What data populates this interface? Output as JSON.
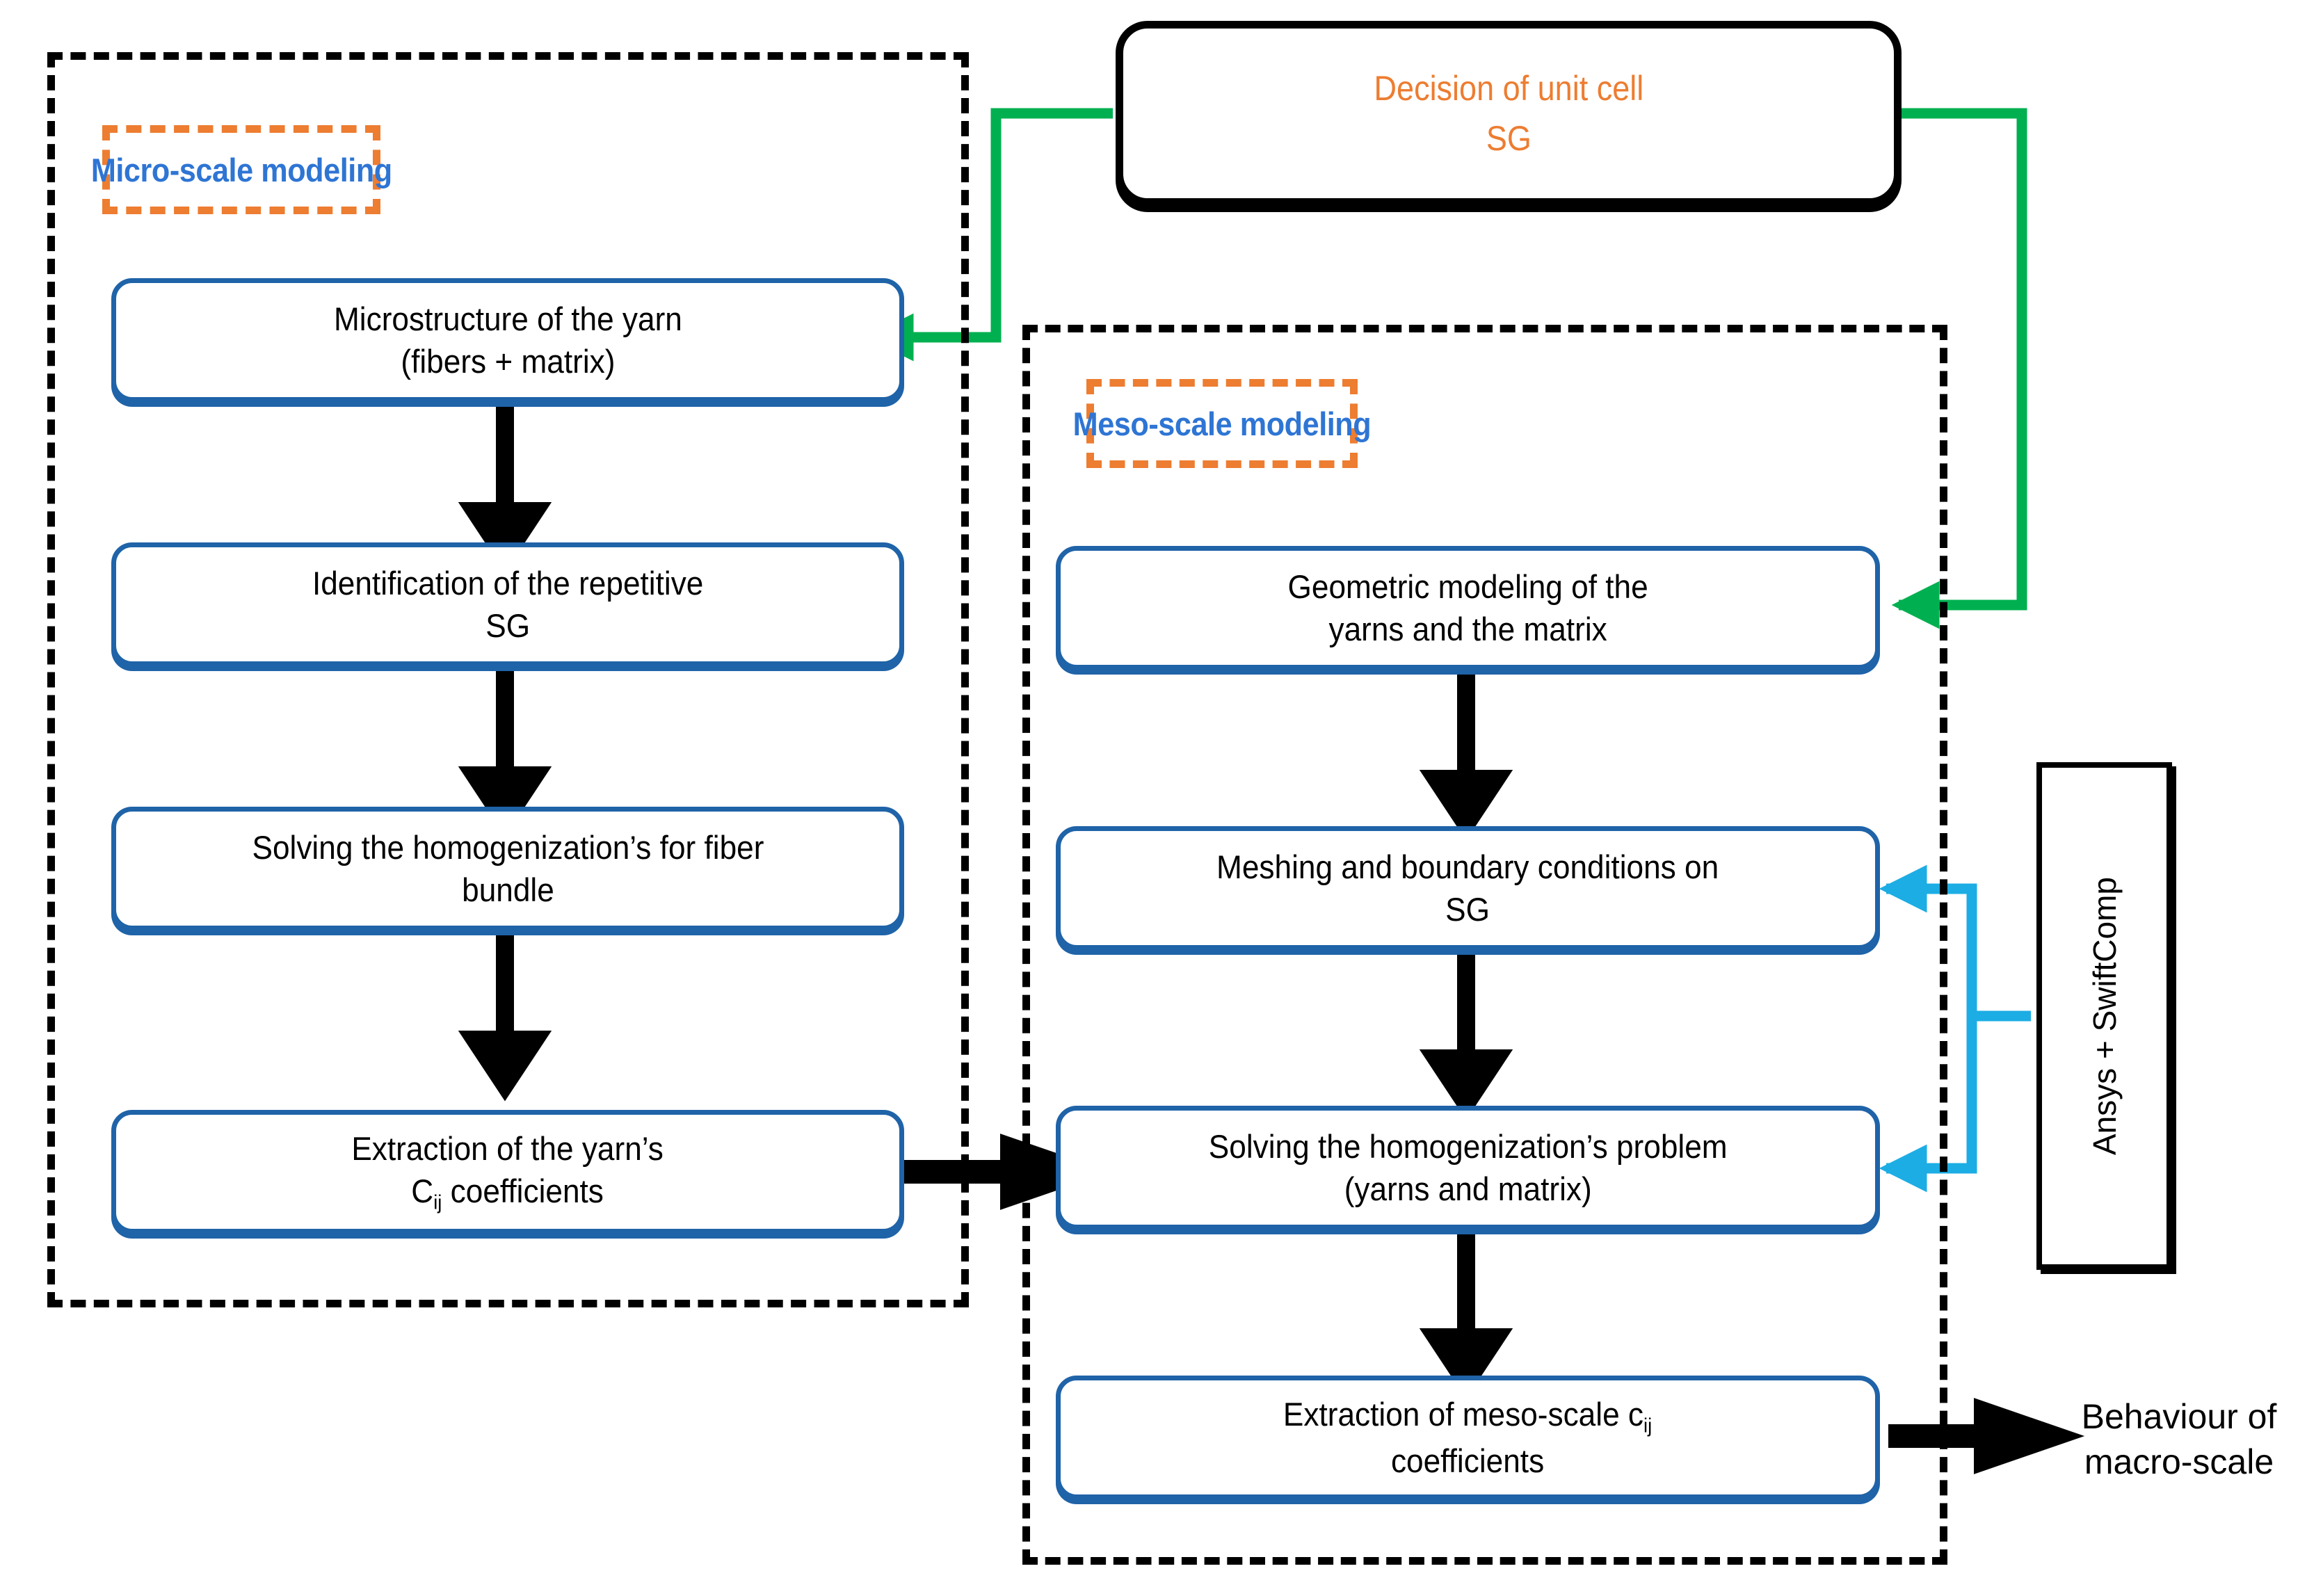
{
  "diagram": {
    "title": "Multiscale modeling flowchart",
    "colors": {
      "box_blue": "#1F63A8",
      "label_blue": "#2E75D4",
      "orange": "#ED7D31",
      "green_arrow": "#00B050",
      "cyan_arrow": "#1CADE4",
      "black": "#000000",
      "background": "#FFFFFF"
    }
  },
  "decision": {
    "line1": "Decision of unit cell",
    "line2": "SG"
  },
  "micro": {
    "label": "Micro-scale modeling",
    "steps": [
      {
        "line1": "Microstructure of the yarn",
        "line2": "(fibers + matrix)"
      },
      {
        "line1": "Identification of the repetitive",
        "line2": "SG"
      },
      {
        "line1": "Solving the homogenization’s for fiber",
        "line2": "bundle"
      },
      {
        "line1": "Extraction of the yarn’s",
        "line2_pre": "C",
        "line2_sub": "ij",
        "line2_post": " coefficients"
      }
    ]
  },
  "meso": {
    "label": "Meso-scale modeling",
    "steps": [
      {
        "line1": "Geometric modeling of the",
        "line2": "yarns and the matrix"
      },
      {
        "line1": "Meshing and boundary conditions on",
        "line2": "SG"
      },
      {
        "line1": "Solving the homogenization’s problem",
        "line2": "(yarns and matrix)"
      },
      {
        "line1_pre": "Extraction of  meso-scale c",
        "line1_sub": "ij",
        "line2": "coefficients"
      }
    ]
  },
  "solver": {
    "label": "Ansys + SwiftComp"
  },
  "output": {
    "line1": "Behaviour of",
    "line2": "macro-scale"
  }
}
